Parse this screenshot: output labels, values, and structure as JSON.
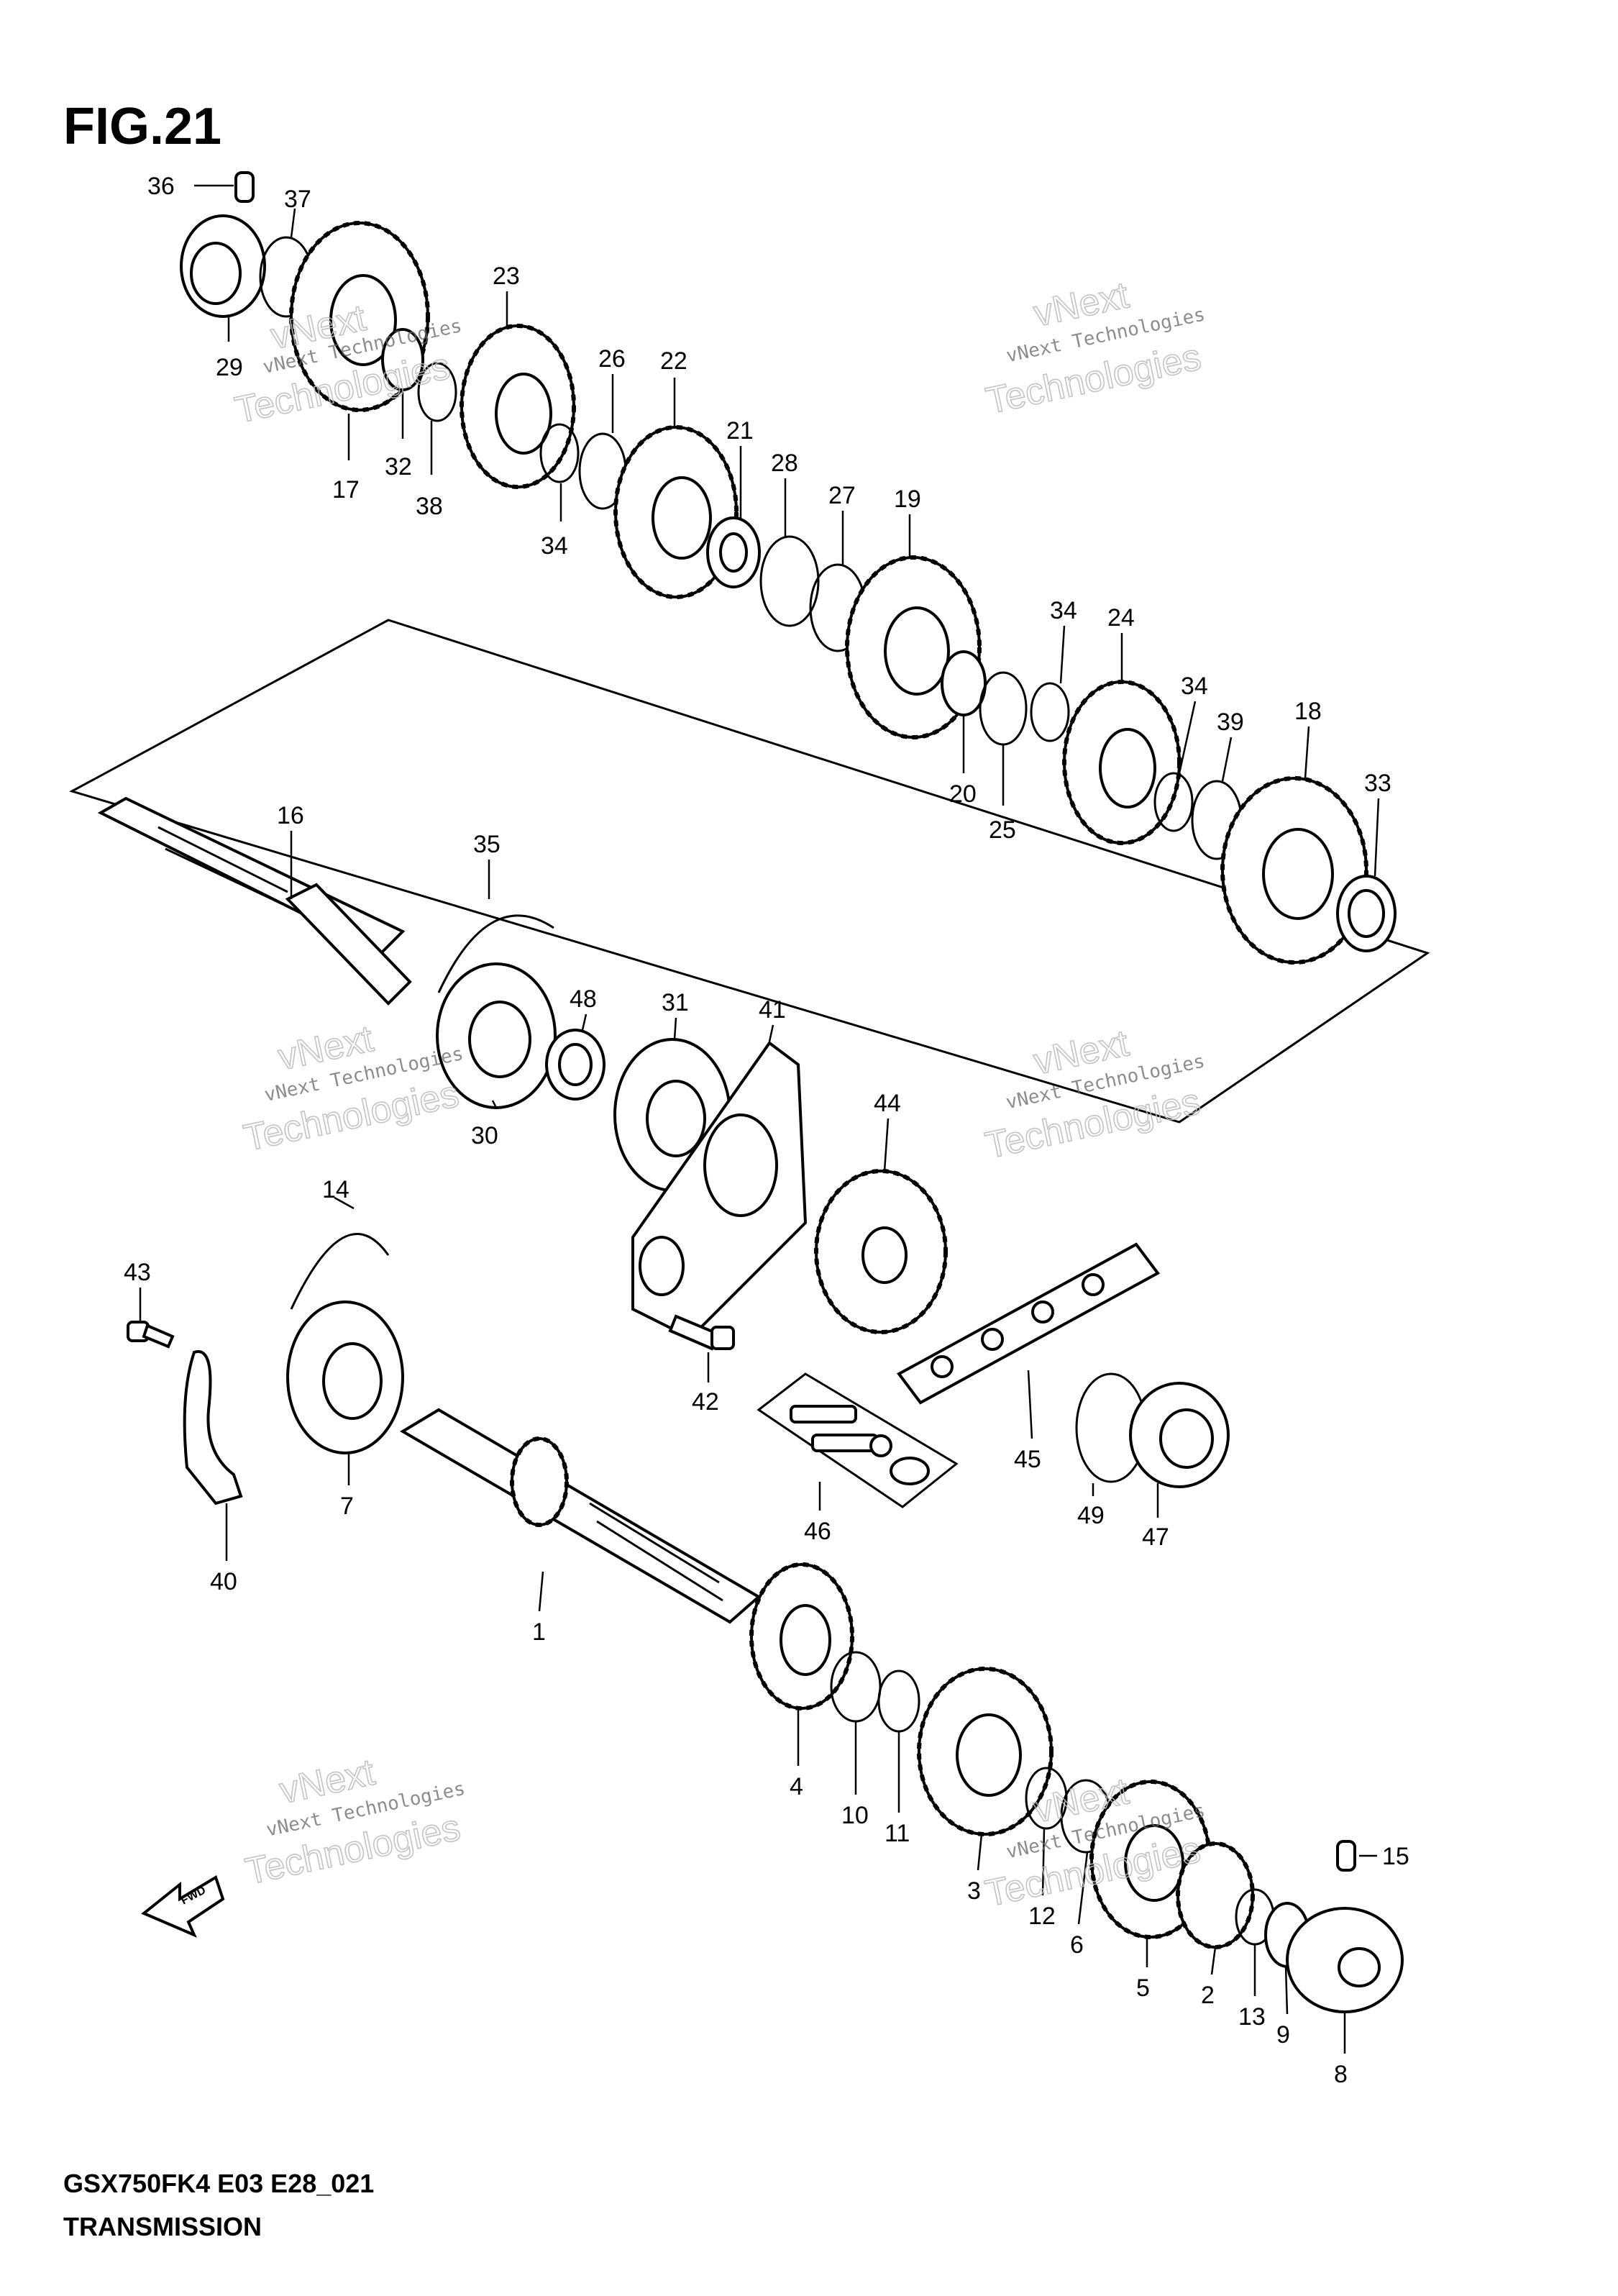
{
  "figure": {
    "title": "FIG.21",
    "footer_code": "GSX750FK4 E03 E28_021",
    "footer_name": "TRANSMISSION"
  },
  "watermark": {
    "line1": "vNext Technologies",
    "line2": "vNext",
    "line3": "Technologies"
  },
  "callouts": {
    "c1": "1",
    "c2": "2",
    "c3": "3",
    "c4": "4",
    "c5": "5",
    "c6": "6",
    "c7": "7",
    "c8": "8",
    "c9": "9",
    "c10": "10",
    "c11": "11",
    "c12": "12",
    "c13": "13",
    "c14": "14",
    "c15": "15",
    "c16": "16",
    "c17": "17",
    "c18": "18",
    "c19": "19",
    "c20": "20",
    "c21": "21",
    "c22": "22",
    "c23": "23",
    "c24": "24",
    "c25": "25",
    "c26": "26",
    "c27": "27",
    "c28": "28",
    "c29": "29",
    "c30": "30",
    "c31": "31",
    "c32": "32",
    "c33": "33",
    "c34": "34",
    "c35": "35",
    "c36": "36",
    "c37": "37",
    "c38": "38",
    "c39": "39",
    "c40": "40",
    "c41": "41",
    "c42": "42",
    "c43": "43",
    "c44": "44",
    "c45": "45",
    "c46": "46",
    "c47": "47",
    "c48": "48",
    "c49": "49"
  },
  "fwd_label": "FWD"
}
